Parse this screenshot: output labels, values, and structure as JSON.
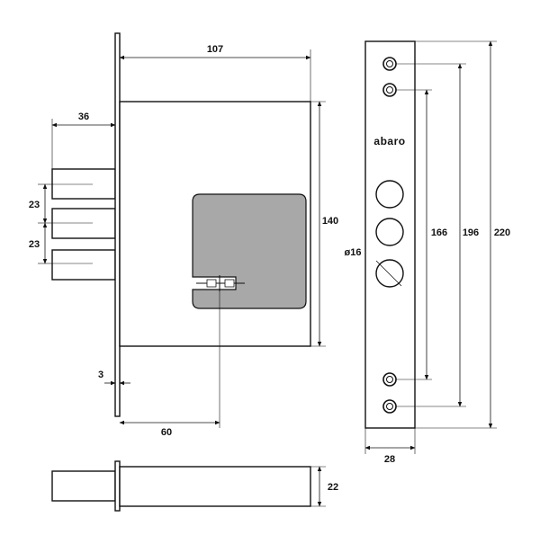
{
  "brand": "abaro",
  "dimensions": {
    "depth_107": "107",
    "backset_36": "36",
    "spacing_23a": "23",
    "spacing_23b": "23",
    "height_140": "140",
    "thickness_3": "3",
    "cylinder_60": "60",
    "hole_diameter": "ø16",
    "hole_166": "166",
    "hole_196": "196",
    "plate_220": "220",
    "plate_width_28": "28",
    "bolt_22": "22"
  },
  "colors": {
    "line": "#111111",
    "cylinder_fill": "#a8a8a8",
    "background": "#ffffff"
  }
}
